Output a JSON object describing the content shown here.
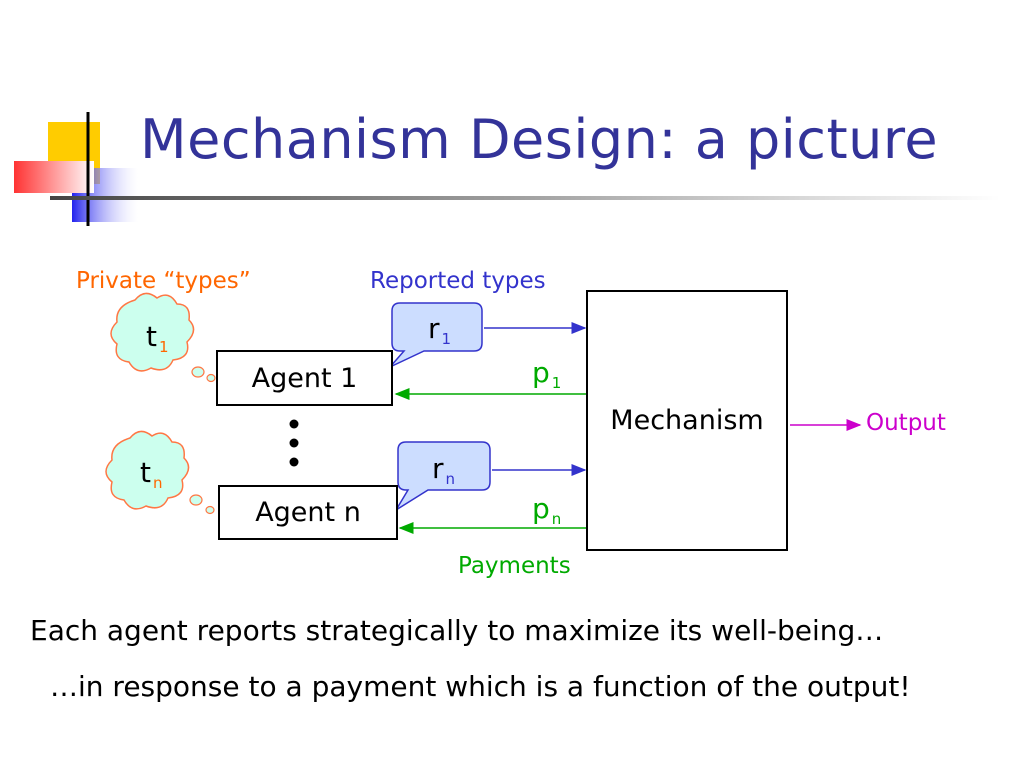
{
  "title": "Mechanism Design: a picture",
  "diagram": {
    "private_types_label": "Private “types”",
    "reported_types_label": "Reported types",
    "payments_label": "Payments",
    "output_label": "Output",
    "mechanism_label": "Mechanism",
    "agents": [
      {
        "label": "Agent 1",
        "type": "t",
        "type_sub": "1",
        "report": "r",
        "report_sub": "1",
        "payment": "p",
        "payment_sub": "1"
      },
      {
        "label": "Agent n",
        "type": "t",
        "type_sub": "n",
        "report": "r",
        "report_sub": "n",
        "payment": "p",
        "payment_sub": "n"
      }
    ]
  },
  "text_lines": [
    "Each agent reports strategically to maximize its well-being…",
    "…in response to a payment which is a function of the output!"
  ],
  "colors": {
    "title": "#333399",
    "private": "#ff6600",
    "reported": "#3333cc",
    "payments": "#00aa00",
    "output": "#cc00cc",
    "cloud_fill": "#ccffee",
    "bubble_fill": "#ccddff"
  }
}
